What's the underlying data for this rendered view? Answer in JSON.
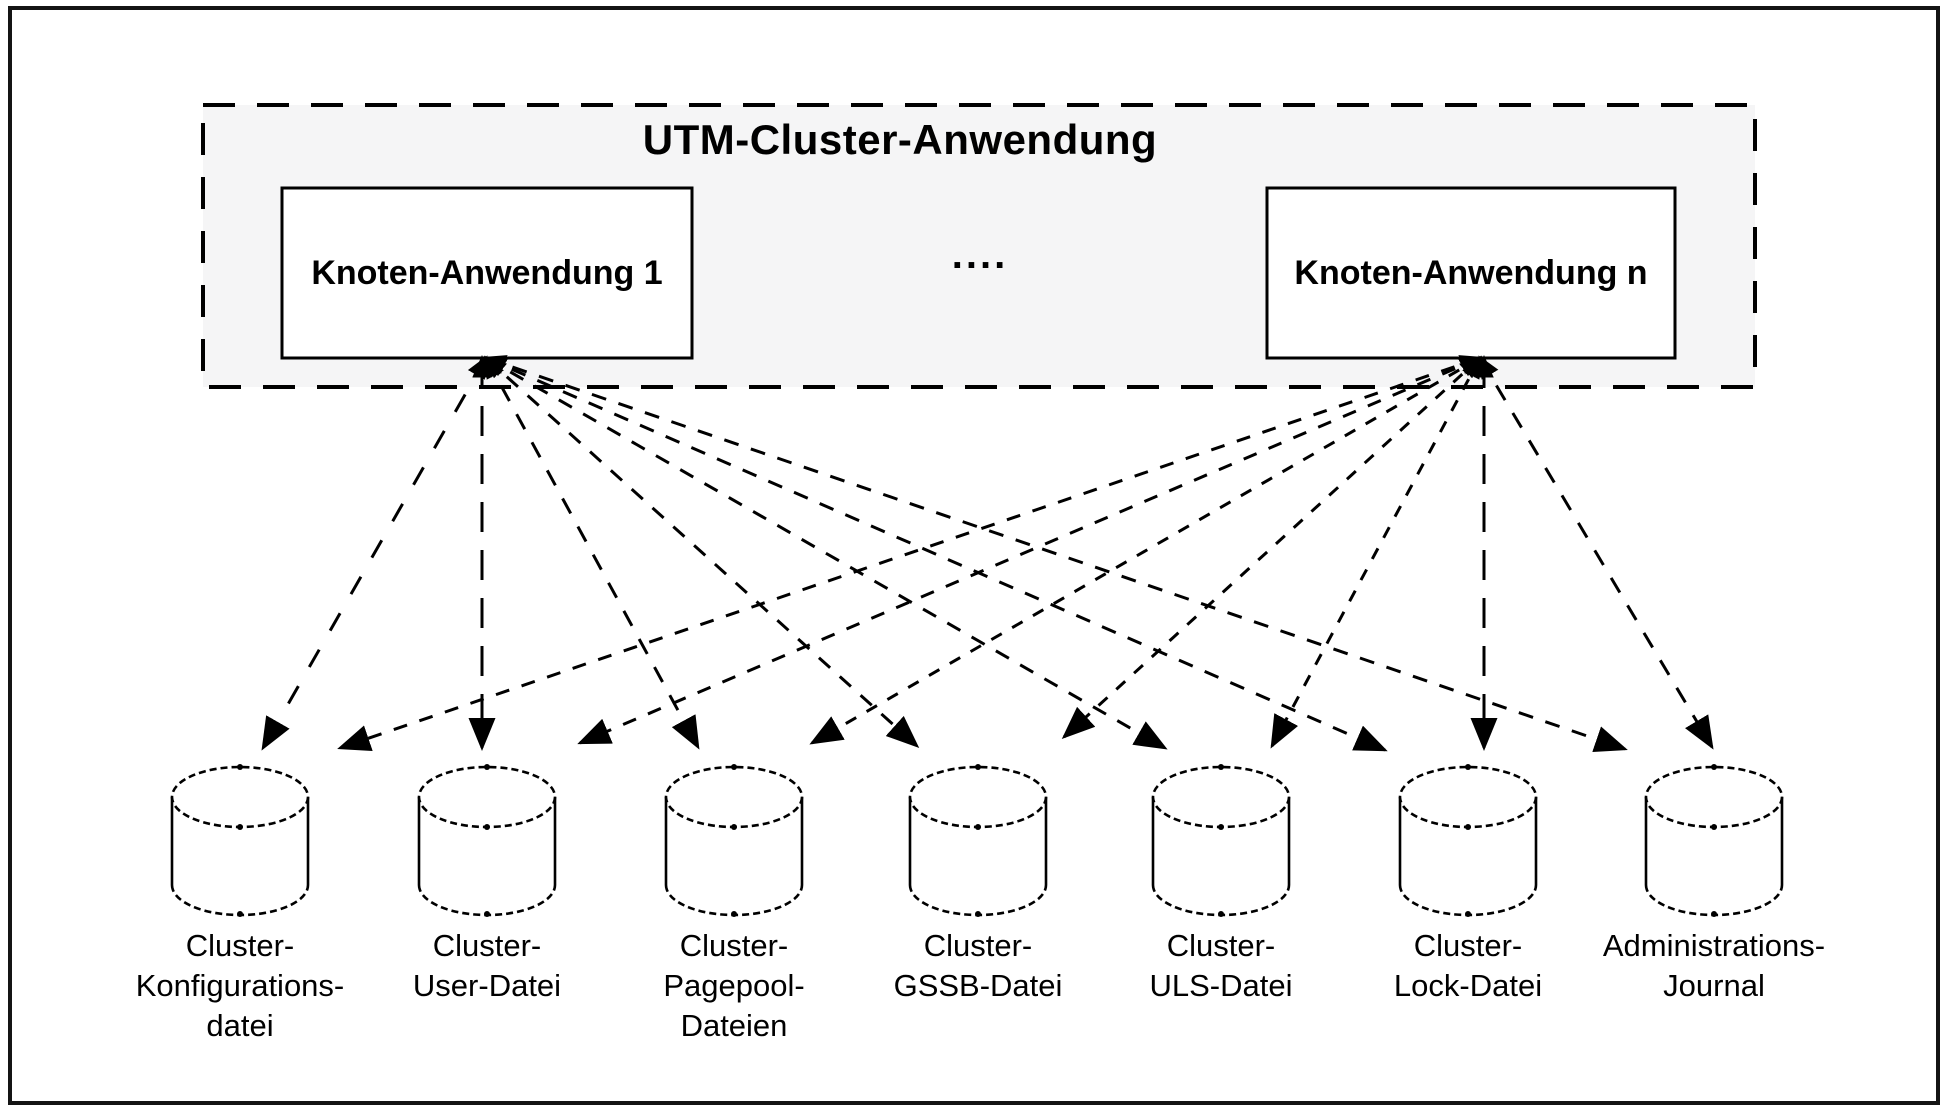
{
  "figure": {
    "title": "UTM-Cluster-Anwendung",
    "node_boxes": [
      {
        "label": "Knoten-Anwendung 1"
      },
      {
        "label": "Knoten-Anwendung n"
      }
    ],
    "ellipsis": "....",
    "storage_items": [
      {
        "label": "Cluster-\nKonfigurations-\ndatei"
      },
      {
        "label": "Cluster-\nUser-Datei"
      },
      {
        "label": "Cluster-\nPagepool-\nDateien"
      },
      {
        "label": "Cluster-\nGSSB-Datei"
      },
      {
        "label": "Cluster-\nULS-Datei"
      },
      {
        "label": "Cluster-\nLock-Datei"
      },
      {
        "label": "Administrations-\nJournal"
      }
    ],
    "colors": {
      "container_fill": "#f5f5f6",
      "stroke": "#000000",
      "text": "#000000",
      "background": "#ffffff"
    }
  }
}
